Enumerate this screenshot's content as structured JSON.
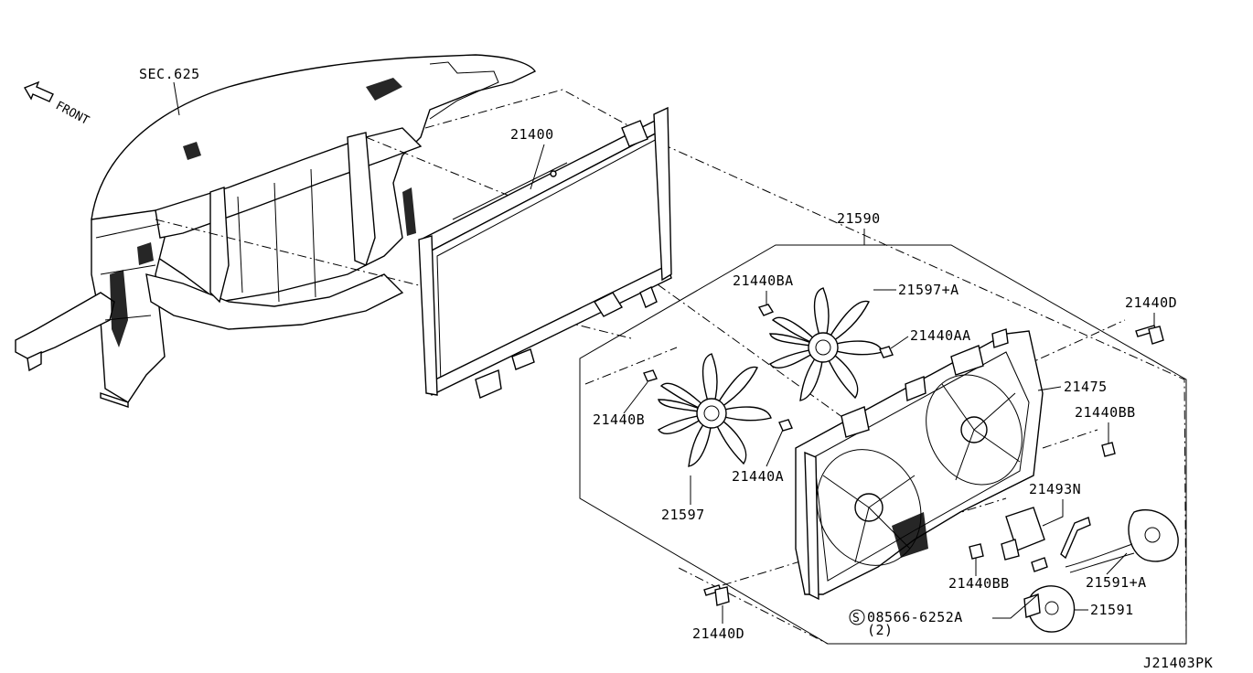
{
  "diagram": {
    "front_label": "FRONT",
    "code": "J21403PK",
    "section_ref": "SEC.625",
    "callouts": {
      "radiator": "21400",
      "fan_motor_assy": "21590",
      "nut_ba": "21440BA",
      "fan_a": "21597+A",
      "bolt_d_top": "21440D",
      "nut_aa": "21440AA",
      "shroud": "21475",
      "clip_bb_right": "21440BB",
      "nut_b": "21440B",
      "nut_a": "21440A",
      "fan": "21597",
      "harness": "21493N",
      "motor_a": "21591+A",
      "clip_bb_bottom": "21440BB",
      "screw": "08566-6252A",
      "screw_marker": "S",
      "screw_qty": "(2)",
      "motor": "21591",
      "bolt_d_bottom": "21440D"
    }
  }
}
